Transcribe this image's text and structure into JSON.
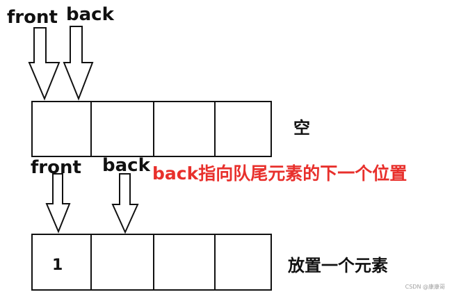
{
  "colors": {
    "ink": "#111111",
    "note": "#e8302c",
    "watermark": "#a0a0a0"
  },
  "pointers": {
    "front": "front",
    "back": "back"
  },
  "queue_empty": {
    "state_label": "空",
    "cells": [
      "",
      "",
      "",
      ""
    ]
  },
  "note": "back指向队尾元素的下一个位置",
  "queue_one": {
    "state_label": "放置一个元素",
    "cells": [
      "1",
      "",
      "",
      ""
    ]
  },
  "watermark": "CSDN @康康哥"
}
